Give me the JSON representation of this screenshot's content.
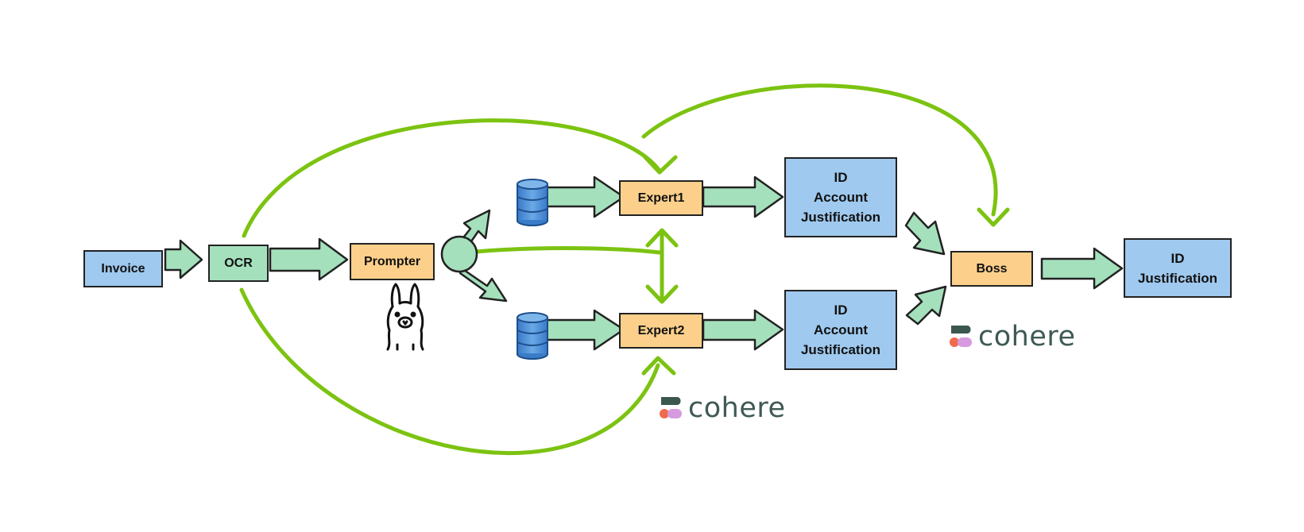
{
  "nodes": {
    "invoice": "Invoice",
    "ocr": "OCR",
    "prompter": "Prompter",
    "expert1": "Expert1",
    "expert2": "Expert2",
    "output1": [
      "ID",
      "Account",
      "Justification"
    ],
    "output2": [
      "ID",
      "Account",
      "Justification"
    ],
    "boss": "Boss",
    "final": [
      "ID",
      "Justification"
    ]
  },
  "logos": {
    "expert_logo": "cohere",
    "boss_logo": "cohere"
  },
  "colors": {
    "blue": "#9fc9ee",
    "green": "#a5e0bd",
    "orange": "#fcd08b",
    "curve": "#7cc311",
    "arrow_fill": "#a5e0bd"
  },
  "icons": [
    "llama-icon",
    "database-icon",
    "cohere-logo-icon"
  ]
}
